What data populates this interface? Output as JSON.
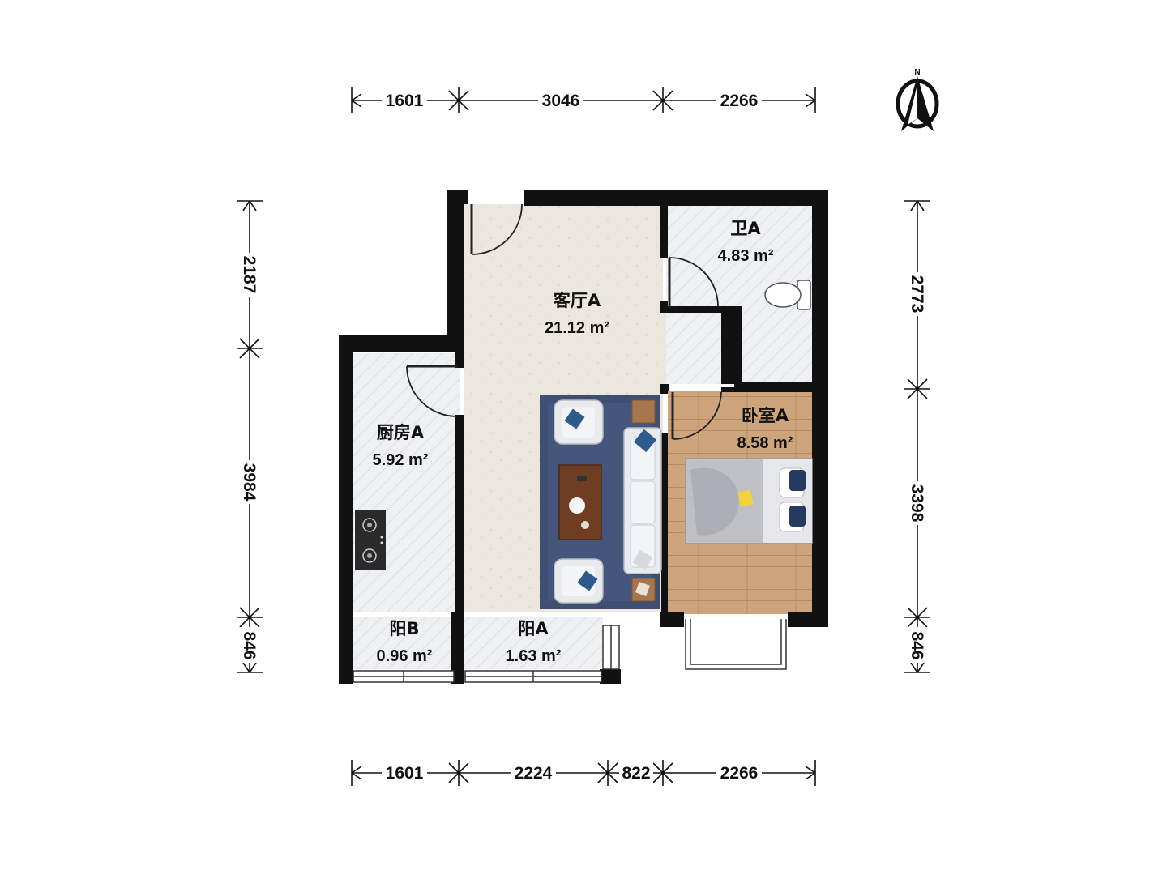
{
  "dimensions": {
    "top": [
      "1601",
      "3046",
      "2266"
    ],
    "bottom": [
      "1601",
      "2224",
      "822",
      "2266"
    ],
    "left": [
      "2187",
      "3984",
      "846"
    ],
    "right": [
      "2773",
      "3398",
      "846"
    ]
  },
  "compass": {
    "label": "N"
  },
  "rooms": {
    "living": {
      "name": "客厅A",
      "area": "21.12 m²"
    },
    "bath": {
      "name": "卫A",
      "area": "4.83 m²"
    },
    "kitchen": {
      "name": "厨房A",
      "area": "5.92 m²"
    },
    "bedroom": {
      "name": "卧室A",
      "area": "8.58 m²"
    },
    "balcony_b": {
      "name": "阳B",
      "area": "0.96 m²"
    },
    "balcony_a": {
      "name": "阳A",
      "area": "1.63 m²"
    }
  },
  "colors": {
    "wall": "#111111",
    "living_floor": "#ebe6de",
    "tile_floor": "#eef0f2",
    "wood_floor": "#c9a27a",
    "rug": "#3f4f73"
  }
}
